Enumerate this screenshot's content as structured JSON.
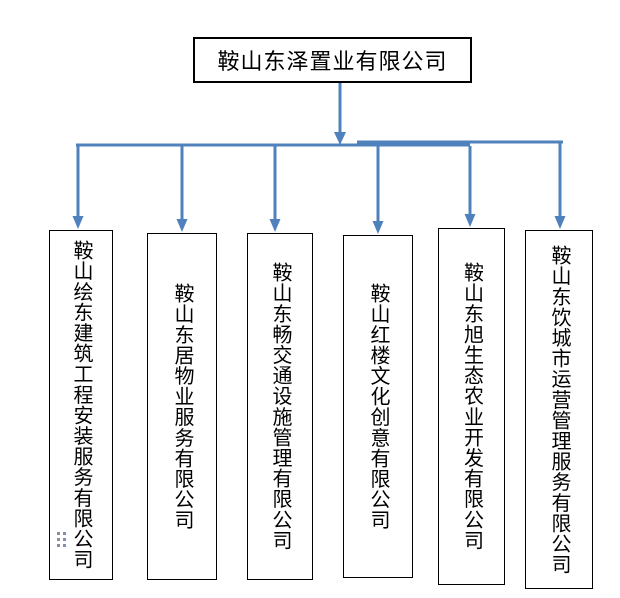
{
  "org_chart": {
    "root": {
      "label": "鞍山东泽置业有限公司"
    },
    "children": [
      {
        "label": "鞍山绘东建筑工程安装服务有限公司"
      },
      {
        "label": "鞍山东居物业服务有限公司"
      },
      {
        "label": "鞍山东畅交通设施管理有限公司"
      },
      {
        "label": "鞍山红楼文化创意有限公司"
      },
      {
        "label": "鞍山东旭生态农业开发有限公司"
      },
      {
        "label": "鞍山东饮城市运营管理服务有限公司"
      }
    ],
    "colors": {
      "connector": "#4f81bd",
      "node_border": "#000000",
      "text": "#000000",
      "background": "#ffffff",
      "handle_dots": "#8091a5"
    }
  }
}
